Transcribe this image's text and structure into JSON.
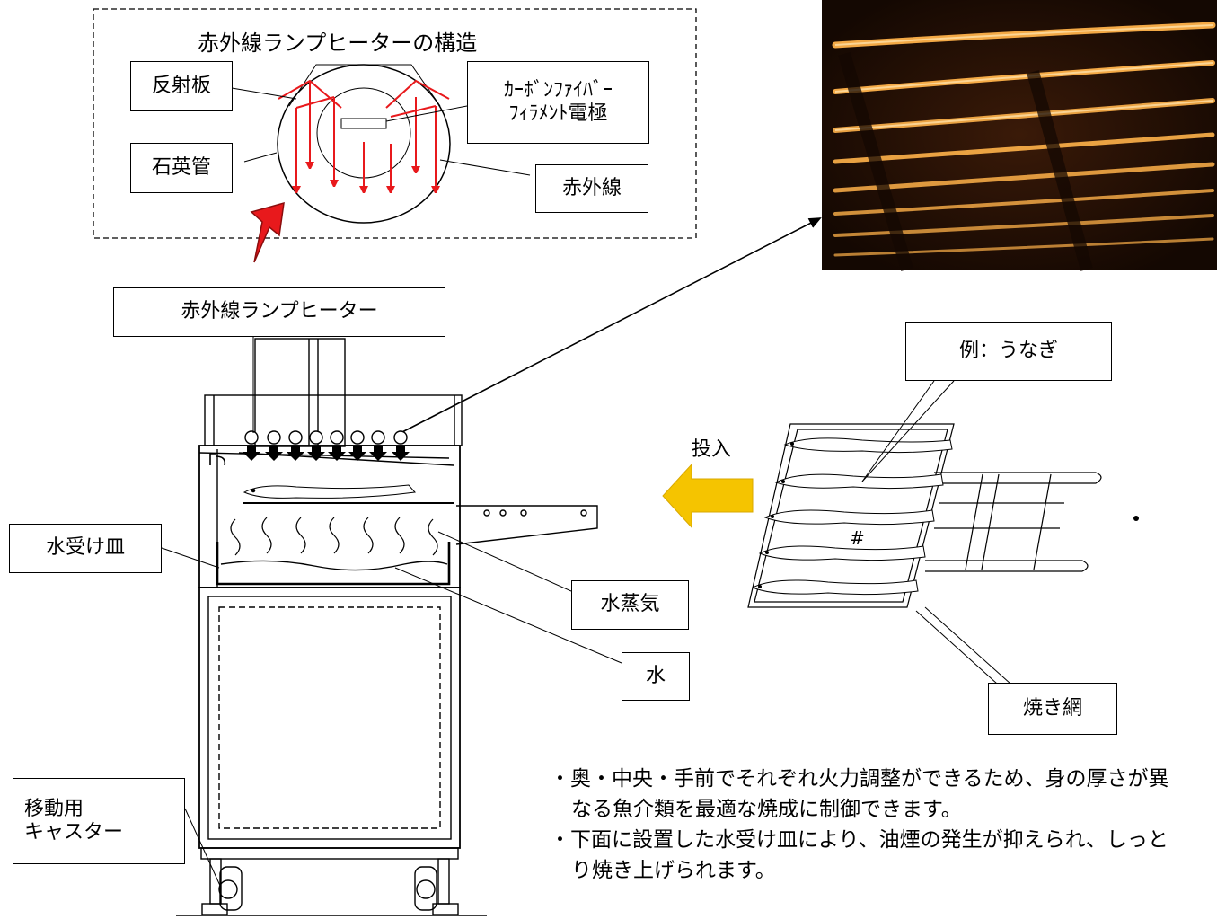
{
  "structure": {
    "title": "赤外線ランプヒーターの構造",
    "reflector": "反射板",
    "quartz_tube": "石英管",
    "carbon_line1": "ｶｰﾎﾞﾝﾌｧｲﾊﾞｰ",
    "carbon_line2": "ﾌｨﾗﾒﾝﾄ電極",
    "infrared": "赤外線"
  },
  "machine": {
    "heater_label": "赤外線ランプヒーター",
    "drip_tray": "水受け皿",
    "steam": "水蒸気",
    "water": "水",
    "caster_line1": "移動用",
    "caster_line2": "キャスター"
  },
  "grill": {
    "example": "例：うなぎ",
    "insert": "投入",
    "grill_net": "焼き網"
  },
  "notes": [
    "・奥・中央・手前でそれぞれ火力調整ができるため、身の厚さが異なる魚介類を最適な焼成に制御できます。",
    "・下面に設置した水受け皿により、油煙の発生が抑えられ、しっとり焼き上げられます。"
  ],
  "colors": {
    "infrared_ray": "#e8191c",
    "big_arrow": "#e8191c",
    "insert_arrow": "#f5c400",
    "photo_bg": "#1e0f05",
    "filament_glow": "#ffb24a"
  }
}
